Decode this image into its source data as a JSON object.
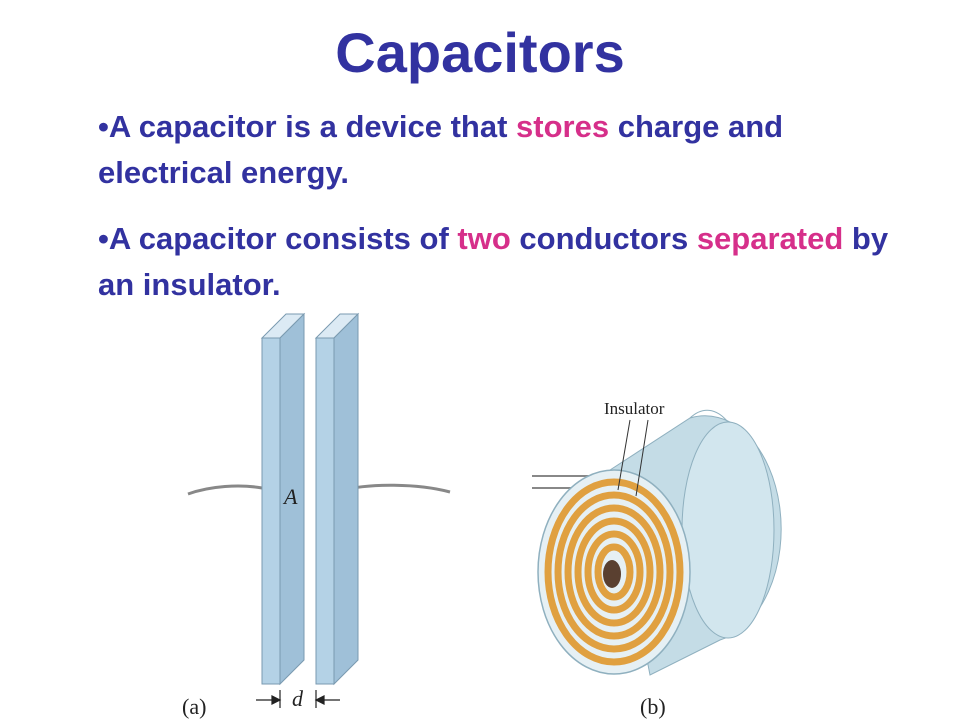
{
  "slide": {
    "title": "Capacitors",
    "bullets": [
      {
        "bullet": "•",
        "parts": [
          {
            "text": "A capacitor is a device that ",
            "highlight": false
          },
          {
            "text": "stores",
            "highlight": true
          },
          {
            "text": " charge and electrical energy.",
            "highlight": false
          }
        ]
      },
      {
        "bullet": "•",
        "parts": [
          {
            "text": "A capacitor consists of ",
            "highlight": false
          },
          {
            "text": "two",
            "highlight": true
          },
          {
            "text": " conductors ",
            "highlight": false
          },
          {
            "text": "separated",
            "highlight": true
          },
          {
            "text": " by an insulator.",
            "highlight": false
          }
        ]
      }
    ]
  },
  "figure": {
    "label_area": "A",
    "label_distance": "d",
    "label_insulator": "Insulator",
    "caption_a": "(a)",
    "caption_b": "(b)"
  },
  "colors": {
    "title": "#3232a0",
    "highlight": "#d62f8a",
    "plate": "#b4d2e6",
    "copper": "#e0a040"
  }
}
